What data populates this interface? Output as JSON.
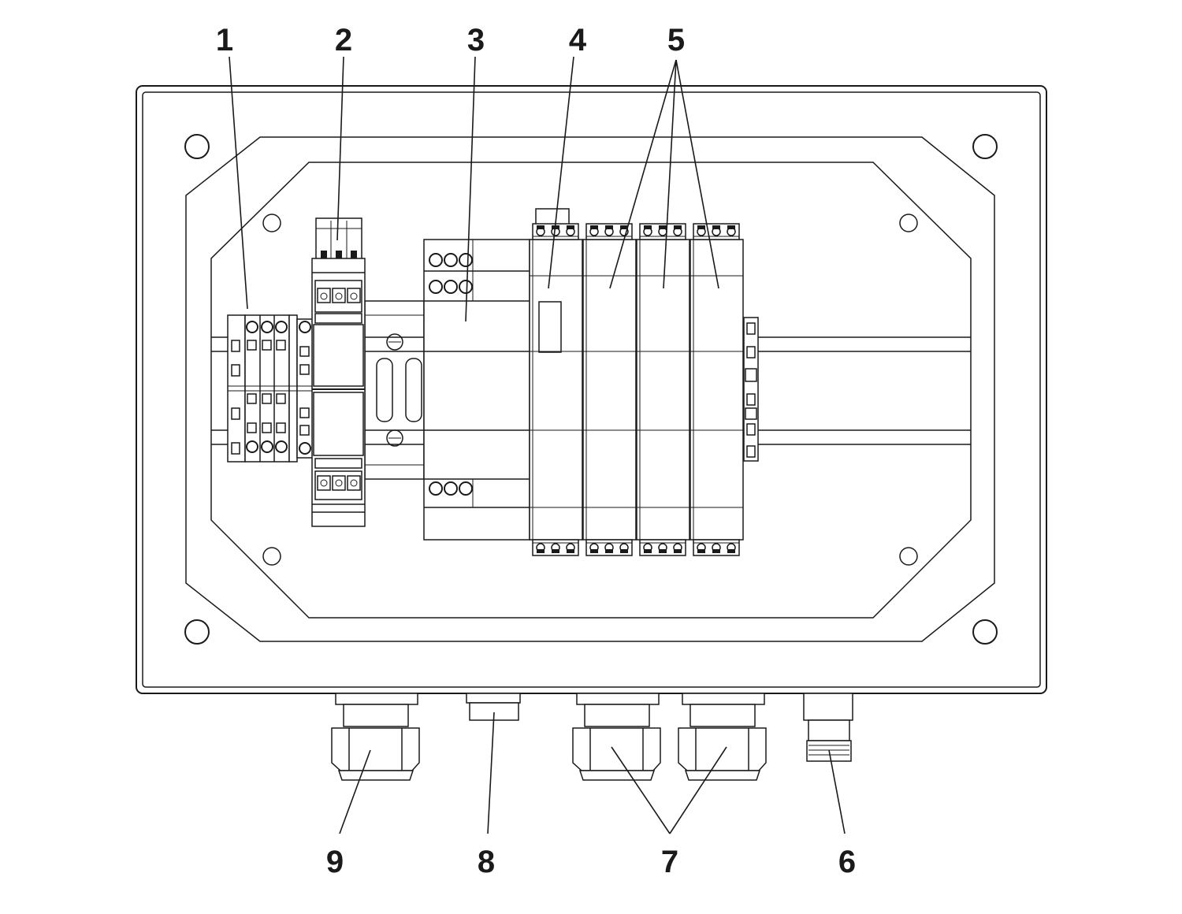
{
  "callouts": {
    "c1": "1",
    "c2": "2",
    "c3": "3",
    "c4": "4",
    "c5": "5",
    "c6": "6",
    "c7": "7",
    "c8": "8",
    "c9": "9"
  },
  "colors": {
    "line": "#1a1a1a",
    "background": "#ffffff",
    "shade": "#e6e6e6"
  }
}
